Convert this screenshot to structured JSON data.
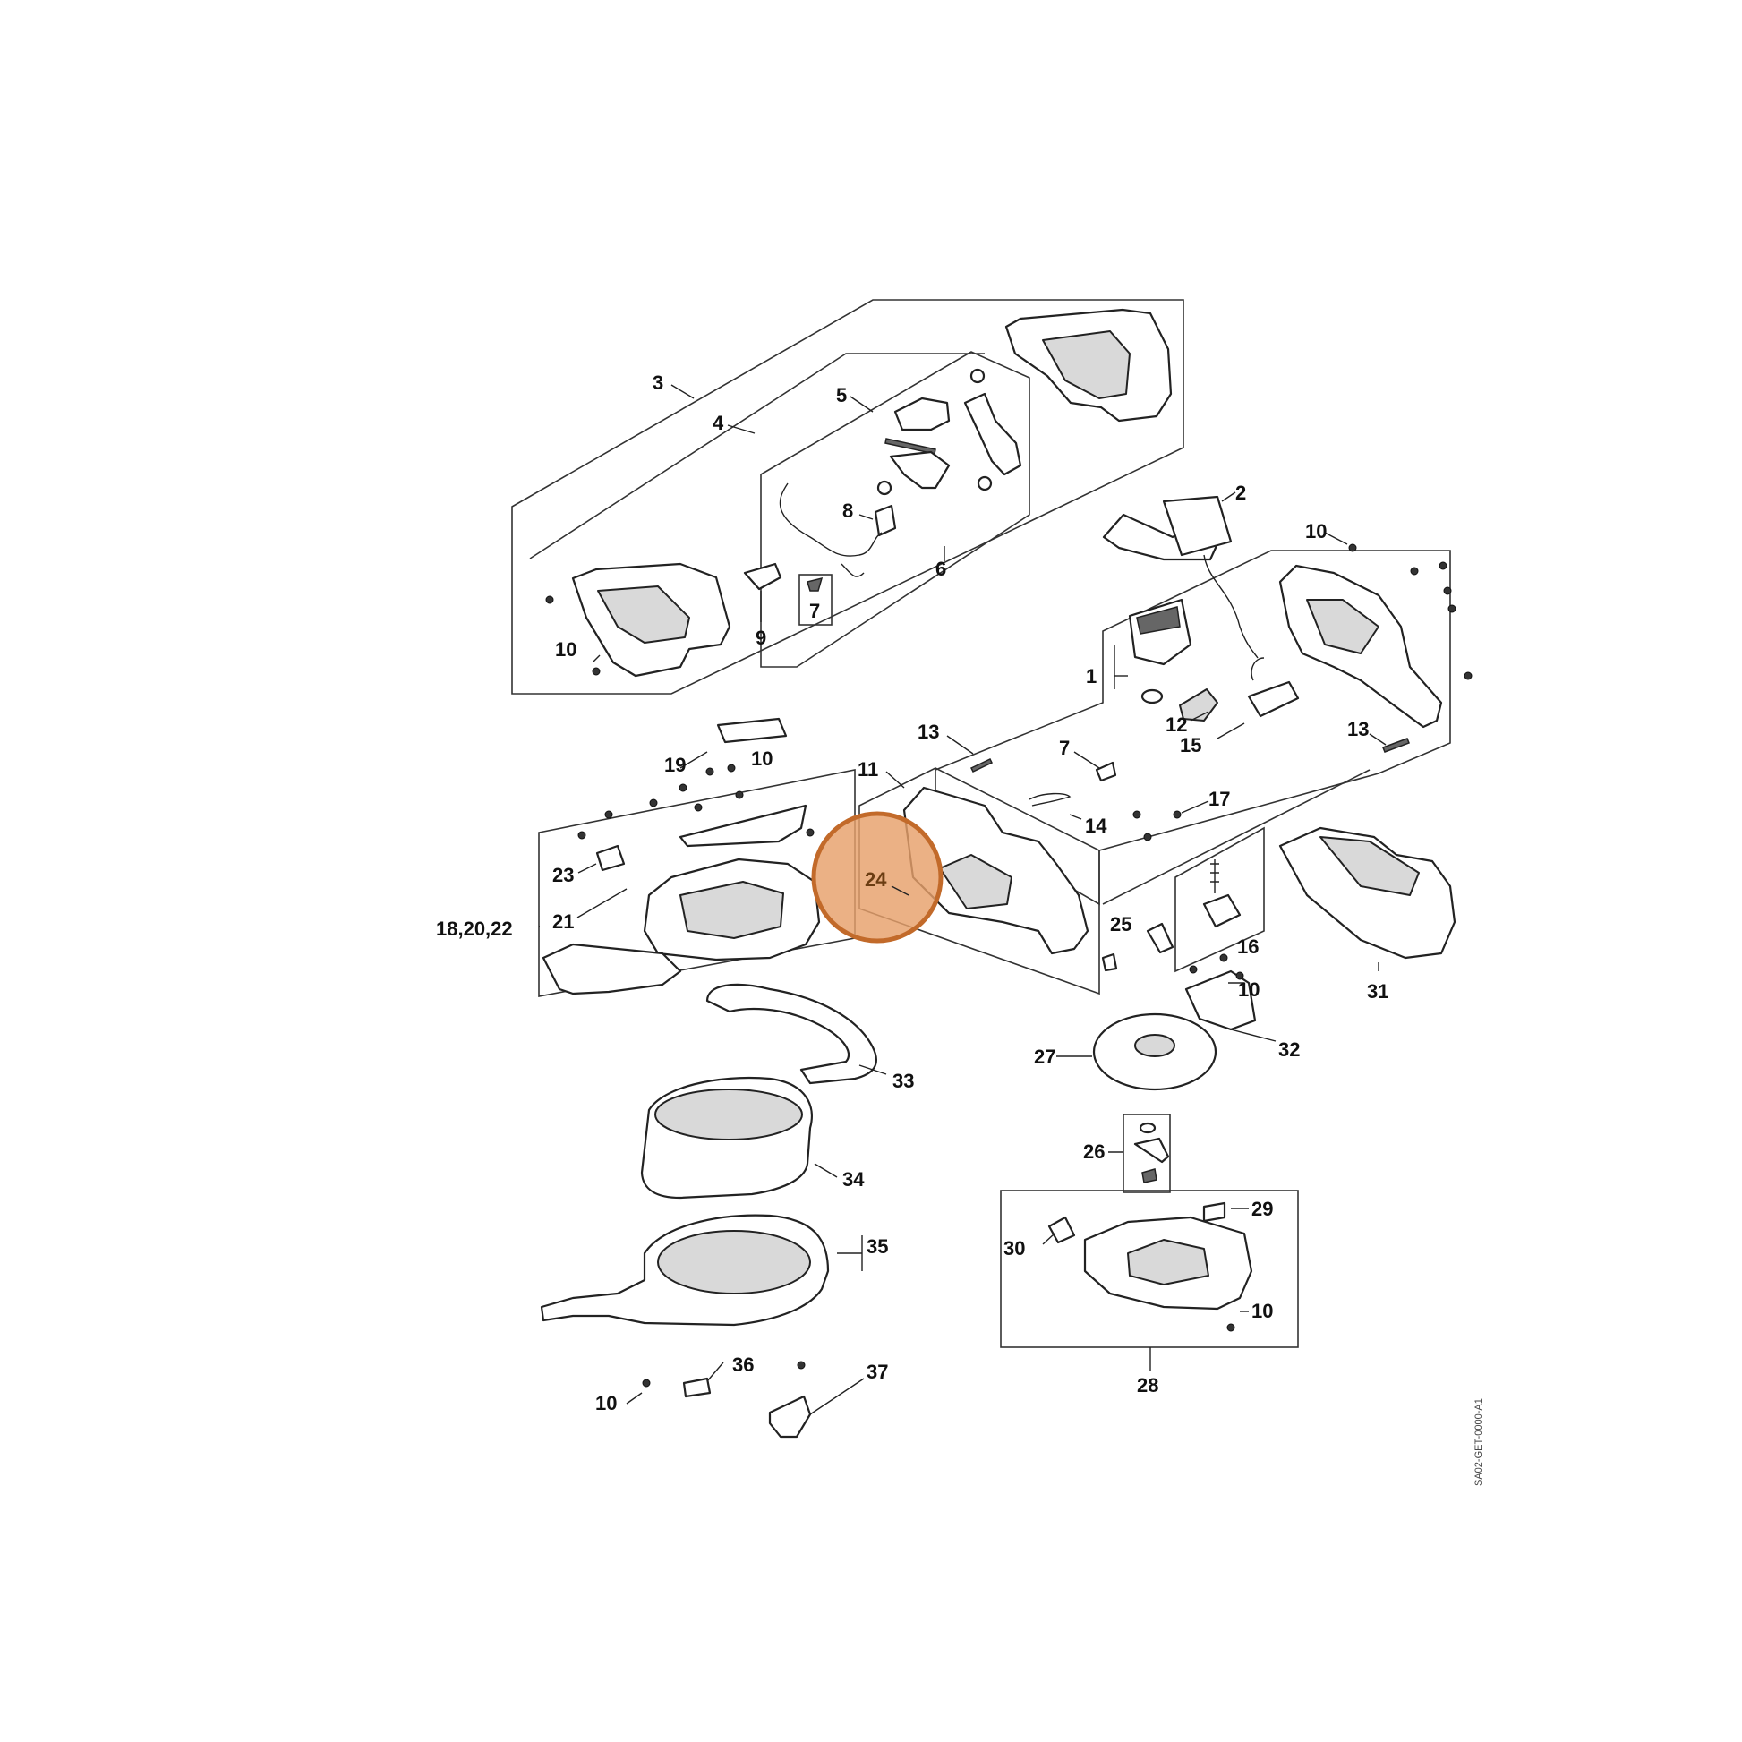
{
  "diagram": {
    "drawing_code": "SA02-GET-0000-A1",
    "highlighted_part": "24",
    "highlight_color": "#e7a06a",
    "labels": {
      "p1": "1",
      "p2": "2",
      "p3": "3",
      "p4": "4",
      "p5": "5",
      "p6": "6",
      "p7a": "7",
      "p7b": "7",
      "p8": "8",
      "p9": "9",
      "p10a": "10",
      "p10b": "10",
      "p10c": "10",
      "p10d": "10",
      "p10e": "10",
      "p10f": "10",
      "p11": "11",
      "p12": "12",
      "p13a": "13",
      "p13b": "13",
      "p14": "14",
      "p15": "15",
      "p16": "16",
      "p17": "17",
      "p182022": "18,20,22",
      "p19": "19",
      "p21": "21",
      "p23": "23",
      "p24": "24",
      "p25": "25",
      "p26": "26",
      "p27": "27",
      "p28": "28",
      "p29": "29",
      "p30": "30",
      "p31": "31",
      "p32": "32",
      "p33": "33",
      "p34": "34",
      "p35": "35",
      "p36": "36",
      "p37": "37"
    }
  }
}
